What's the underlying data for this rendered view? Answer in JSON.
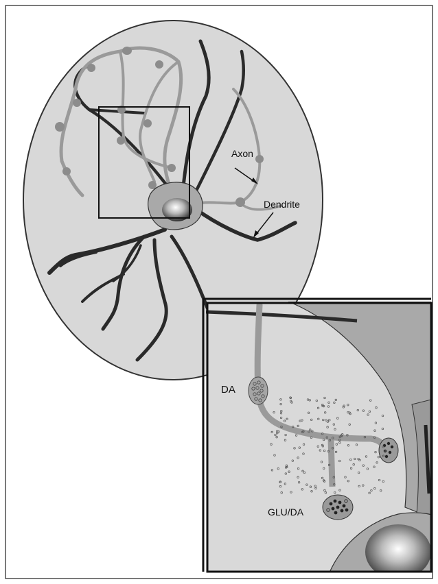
{
  "labels": {
    "axon": "Axon",
    "dendrite": "Dendrite",
    "da": "DA",
    "glu_da": "GLU/DA"
  },
  "colors": {
    "background": "#ffffff",
    "oval_fill": "#d8d8d8",
    "neuron_fill": "#a9a9a9",
    "dendrite_dark": "#2a2a2a",
    "inset_fill": "#d9d9d9",
    "frame": "#111111"
  }
}
